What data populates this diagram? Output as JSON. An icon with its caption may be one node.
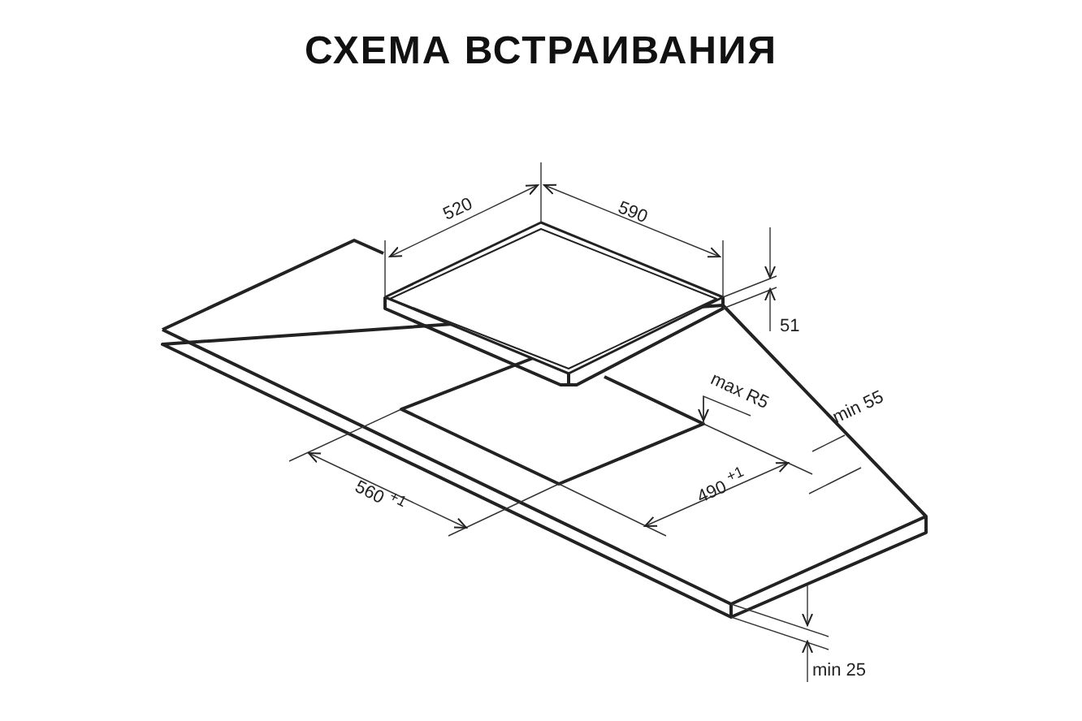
{
  "diagram": {
    "title": "СХЕМА ВСТРАИВАНИЯ",
    "labels": [
      "520",
      "590",
      "51",
      "max R5",
      "min 55",
      "560 $^{+1}$",
      "490 $^{+1}$",
      "min 25"
    ]
  }
}
